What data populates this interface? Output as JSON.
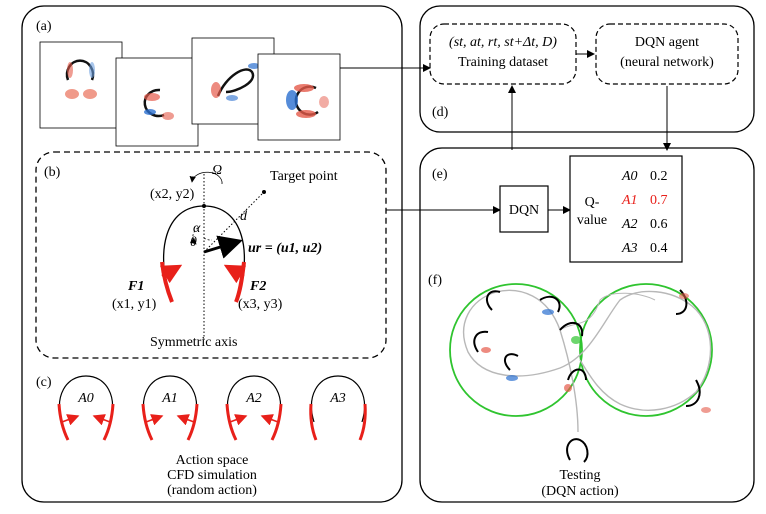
{
  "panels": {
    "a": "(a)",
    "b": "(b)",
    "c": "(c)",
    "d": "(d)",
    "e": "(e)",
    "f": "(f)"
  },
  "dataset": {
    "tuple": "(st, at, rt, st+Δt, D)",
    "label": "Training dataset"
  },
  "agent": {
    "title": "DQN agent",
    "subtitle": "(neural network)"
  },
  "schematic": {
    "omega": "Ω",
    "target_point": "Target point",
    "x2y2": "(x2, y2)",
    "alpha": "α",
    "theta": "θ",
    "d": "d",
    "ur": "ur = (u1, u2)",
    "f1": "F1",
    "f2": "F2",
    "x1y1": "(x1, y1)",
    "x3y3": "(x3, y3)",
    "axis": "Symmetric axis"
  },
  "actions": {
    "items": [
      "A0",
      "A1",
      "A2",
      "A3"
    ],
    "label": "Action space",
    "sim": "CFD simulation",
    "sim_sub": "(random action)"
  },
  "dqn": {
    "box": "DQN",
    "q_label_1": "Q-",
    "q_label_2": "value",
    "rows": [
      {
        "a": "A0",
        "v": "0.2",
        "highlight": false
      },
      {
        "a": "A1",
        "v": "0.7",
        "highlight": true
      },
      {
        "a": "A2",
        "v": "0.6",
        "highlight": false
      },
      {
        "a": "A3",
        "v": "0.4",
        "highlight": false
      }
    ]
  },
  "testing": {
    "label": "Testing",
    "sub": "(DQN action)"
  },
  "colors": {
    "red": "#e8201a",
    "green": "#2fc42f",
    "blue": "#2a6fd0",
    "gray": "#b8b8b8"
  }
}
